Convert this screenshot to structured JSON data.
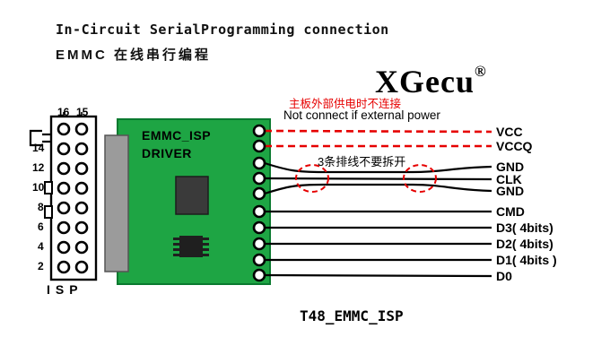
{
  "header": {
    "title_en": "In-Circuit SerialProgramming connection",
    "title_zh": "EMMC 在线串行编程",
    "brand": "XGecu",
    "brand_reg": "®"
  },
  "notes": {
    "power_zh": "主板外部供电时不连接",
    "power_en": "Not connect if external power",
    "ribbon_zh": "3条排线不要拆开"
  },
  "isp_connector": {
    "label": "ISP",
    "top_pins": [
      "16",
      "15"
    ],
    "left_pins": [
      "14",
      "12",
      "10",
      "8",
      "6",
      "4",
      "2"
    ]
  },
  "board": {
    "line1": "EMMC_ISP",
    "line2": "DRIVER"
  },
  "signals": [
    "VCC",
    "VCCQ",
    "GND",
    "CLK",
    "GND",
    "CMD",
    "D3( 4bits)",
    "D2( 4bits)",
    "D1( 4bits )",
    "D0"
  ],
  "footer": {
    "caption": "T48_EMMC_ISP"
  },
  "colors": {
    "wire_red": "#e60000",
    "board_green": "#1ea544",
    "connector_grey": "#9b9b9b",
    "chip_dark": "#3a3a3a"
  }
}
